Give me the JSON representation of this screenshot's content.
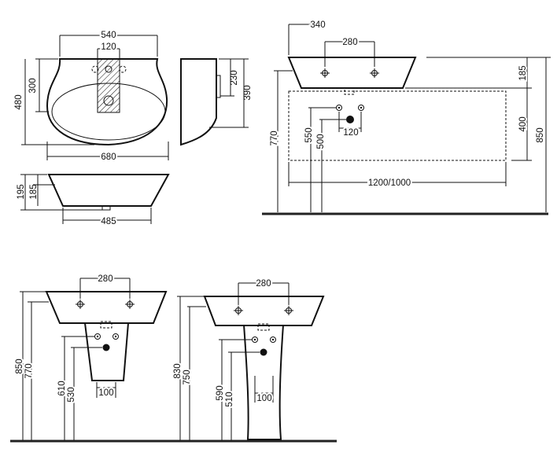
{
  "drawing": {
    "plan": {
      "width_top": "540",
      "outlet_width": "120",
      "depth_bowl": "300",
      "depth_total": "480",
      "width_total": "680"
    },
    "side": {
      "height_a": "230",
      "height_b": "390"
    },
    "front": {
      "height_a": "195",
      "height_b": "185",
      "base_width": "485"
    },
    "wall_mount": {
      "top_width": "340",
      "tap_spacing": "280",
      "bowl_height": "185",
      "frame_height": "400",
      "total_height": "850",
      "rim_height": "770",
      "pipe_a": "550",
      "pipe_b": "500",
      "pipe_spacing": "120",
      "frame_width": "1200/1000"
    },
    "semi_pedestal": {
      "tap_spacing": "280",
      "total_height": "850",
      "rim_height": "770",
      "pipe_a": "610",
      "pipe_b": "530",
      "foot_width": "100"
    },
    "full_pedestal": {
      "tap_spacing": "280",
      "total_height": "830",
      "rim_height": "750",
      "pipe_a": "590",
      "pipe_b": "510",
      "foot_width": "100"
    }
  }
}
